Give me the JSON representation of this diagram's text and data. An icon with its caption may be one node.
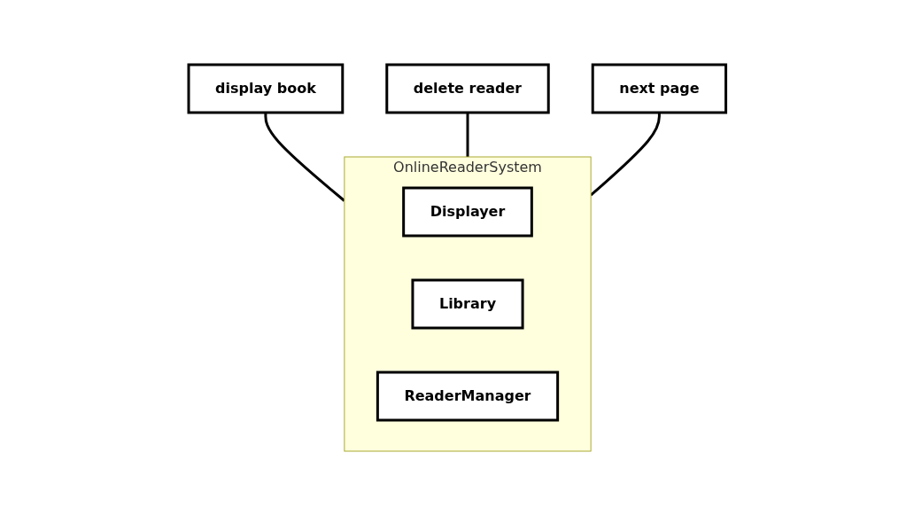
{
  "diagram": {
    "nodes": [
      {
        "text": [
          "display book"
        ]
      },
      {
        "text": [
          "delete reader"
        ]
      },
      {
        "text": [
          "next page"
        ]
      },
      {
        "text": [
          "OnlineReaderSystem"
        ]
      },
      {
        "text": [
          "Displayer"
        ],
        "in": 3
      },
      {
        "text": [
          "Library"
        ],
        "in": 3
      },
      {
        "text": [
          "ReaderManager"
        ],
        "in": 3
      }
    ],
    "edges": [
      {
        "from": 0,
        "to": 3,
        "arrow": "none"
      },
      {
        "from": 1,
        "to": 3,
        "arrow": "none"
      },
      {
        "from": 2,
        "to": 3,
        "arrow": "none"
      }
    ]
  }
}
